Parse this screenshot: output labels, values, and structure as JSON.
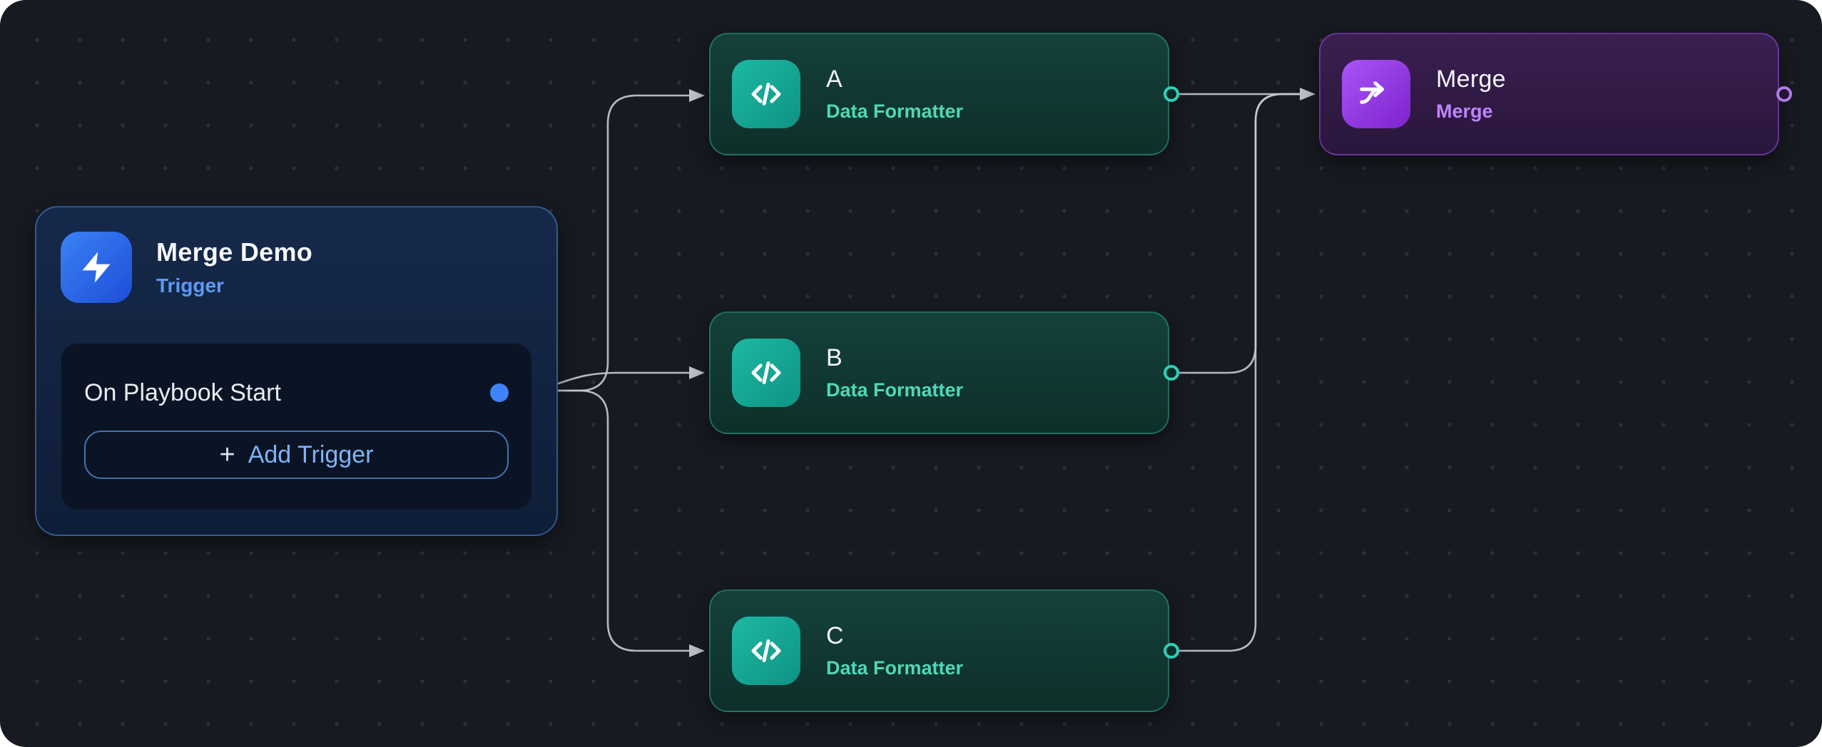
{
  "canvas": {
    "background": "#171a21",
    "edge_color": "#c6cbd4",
    "accent_blue": "#3b82f6",
    "accent_teal": "#14b8a6",
    "accent_purple": "#a855f7"
  },
  "trigger_node": {
    "title": "Merge Demo",
    "subtitle": "Trigger",
    "icon": "lightning-bolt-icon",
    "trigger_row_label": "On Playbook Start",
    "add_trigger_plus": "+",
    "add_trigger_label": "Add Trigger"
  },
  "formatter_nodes": [
    {
      "title": "A",
      "subtitle": "Data Formatter",
      "icon": "code-icon"
    },
    {
      "title": "B",
      "subtitle": "Data Formatter",
      "icon": "code-icon"
    },
    {
      "title": "C",
      "subtitle": "Data Formatter",
      "icon": "code-icon"
    }
  ],
  "merge_node": {
    "title": "Merge",
    "subtitle": "Merge",
    "icon": "merge-arrow-icon"
  },
  "edges": [
    {
      "from": "trigger-output",
      "to": "formatter-node-a"
    },
    {
      "from": "trigger-output",
      "to": "formatter-node-b"
    },
    {
      "from": "trigger-output",
      "to": "formatter-node-c"
    },
    {
      "from": "formatter-node-a",
      "to": "merge-node"
    },
    {
      "from": "formatter-node-b",
      "to": "merge-node"
    },
    {
      "from": "formatter-node-c",
      "to": "merge-node"
    }
  ]
}
